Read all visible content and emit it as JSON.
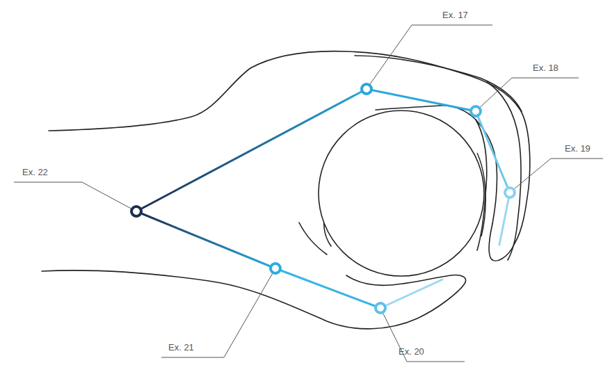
{
  "diagram": {
    "labels": [
      "Ex. 17",
      "Ex. 18",
      "Ex. 19",
      "Ex. 22",
      "Ex. 21",
      "Ex. 20"
    ]
  }
}
